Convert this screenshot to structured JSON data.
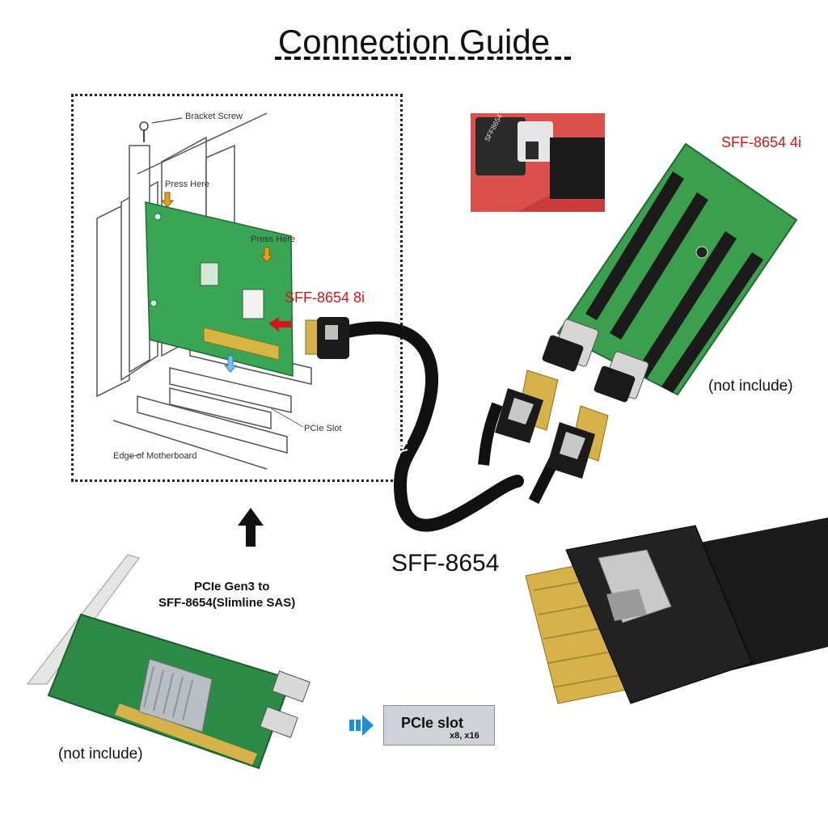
{
  "title": "Connection Guide",
  "diagram": {
    "bracket_screw": "Bracket Screw",
    "press_here_1": "Press Here",
    "press_here_2": "Press Here",
    "pcie_slot": "PCIe Slot",
    "edge_of_motherboard": "Edge of Motherboard",
    "port_8i": "SFF-8654 8i",
    "port_4i": "SFF-8654 4i",
    "cable_label": "SFF-8654",
    "not_include_1": "(not include)",
    "not_include_2": "(not include)",
    "card_title_line1": "PCIe Gen3 to",
    "card_title_line2": "SFF-8654(Slimline SAS)",
    "slot_badge_title": "PCIe slot",
    "slot_badge_sub": "x8, x16",
    "photo_label": "SFF8654"
  },
  "colors": {
    "accent_red": "#d01818",
    "pcb_green": "#2f9a4a",
    "cable_black": "#111111",
    "gold": "#d7b24a",
    "arrow_blue": "#1e8fd6"
  }
}
